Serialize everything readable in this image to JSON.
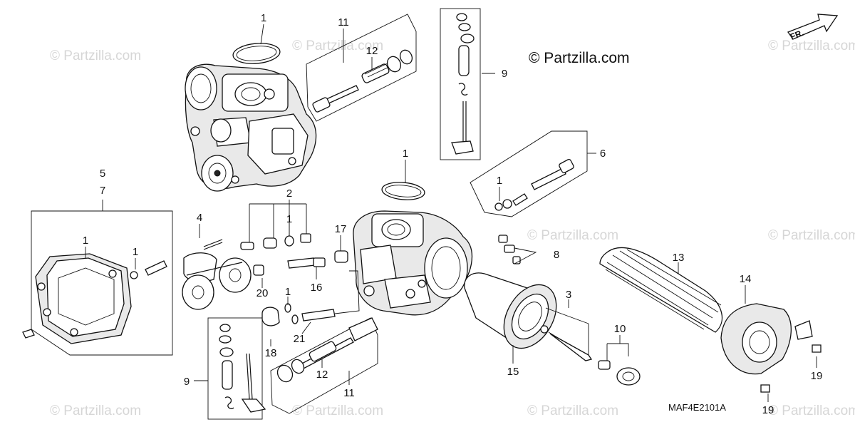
{
  "watermarks": [
    "© Partzilla.com",
    "© Partzilla.com",
    "© Partzilla.com",
    "© Partzilla.com",
    "© Partzilla.com",
    "© Partzilla.com",
    "© Partzilla.com",
    "© Partzilla.com",
    "© Partzilla.com"
  ],
  "copyright": "© Partzilla.com",
  "diagram_code": "MAF4E2101A",
  "front_arrow": "FR.",
  "callouts": {
    "c1a": "1",
    "c11a": "11",
    "c12a": "12",
    "c9a": "9",
    "c1b": "1",
    "c6": "6",
    "c1c": "1",
    "c5": "5",
    "c7": "7",
    "c1d": "1",
    "c1e": "1",
    "c4": "4",
    "c2": "2",
    "c1f": "1",
    "c17": "17",
    "c8": "8",
    "c13": "13",
    "c14": "14",
    "c20": "20",
    "c16": "16",
    "c1g": "1",
    "c3": "3",
    "c21": "21",
    "c18": "18",
    "c10": "10",
    "c12b": "12",
    "c15": "15",
    "c19a": "19",
    "c19b": "19",
    "c9b": "9",
    "c11b": "11"
  }
}
